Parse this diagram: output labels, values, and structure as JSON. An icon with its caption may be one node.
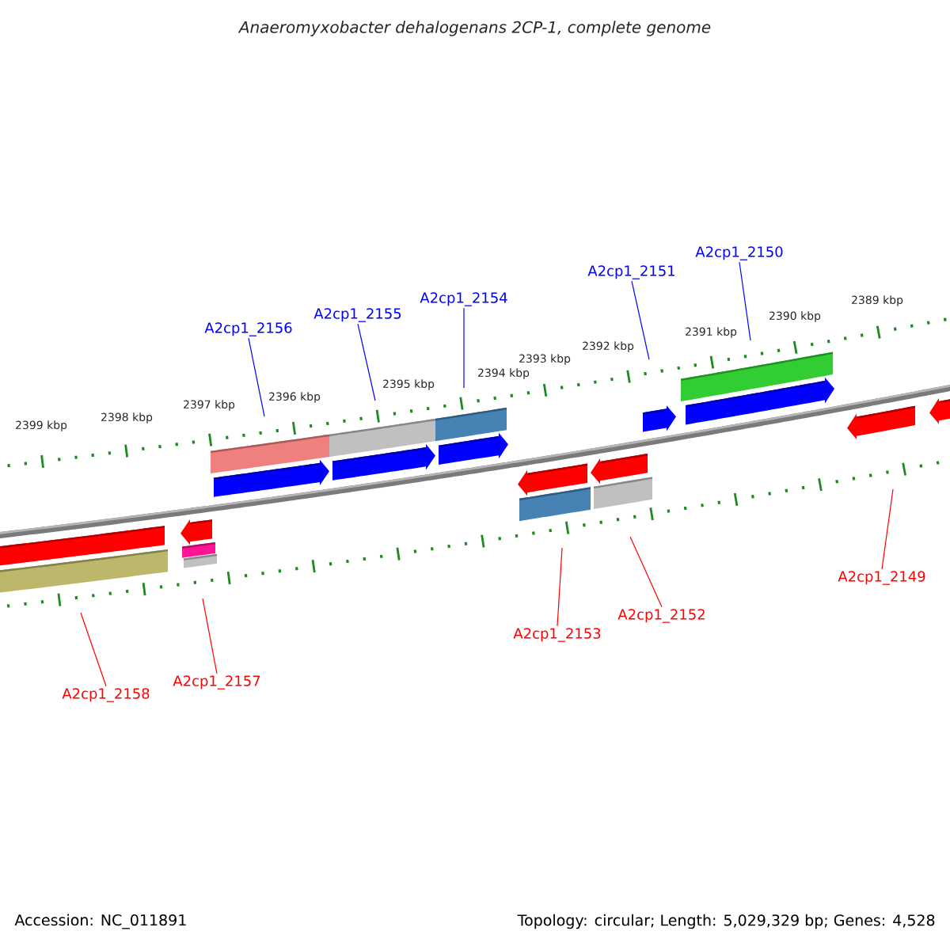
{
  "diagram": {
    "title": "Anaeromyxobacter dehalogenans 2CP-1, complete genome",
    "nodes": [
      {
        "text": [
          "A2cp1_2150"
        ]
      },
      {
        "text": [
          "A2cp1_2151"
        ]
      },
      {
        "text": [
          "A2cp1_2154"
        ]
      },
      {
        "text": [
          "A2cp1_2155"
        ]
      },
      {
        "text": [
          "A2cp1_2156"
        ]
      },
      {
        "text": [
          "A2cp1_2149"
        ]
      },
      {
        "text": [
          "A2cp1_2152"
        ]
      },
      {
        "text": [
          "A2cp1_2153"
        ]
      },
      {
        "text": [
          "A2cp1_2157"
        ]
      },
      {
        "text": [
          "A2cp1_2158"
        ]
      }
    ],
    "edges": [
      {
        "from": 0,
        "to": null,
        "arrow": "none",
        "color": "#0000ff"
      },
      {
        "from": 1,
        "to": null,
        "arrow": "none",
        "color": "#0000ff"
      },
      {
        "from": 2,
        "to": null,
        "arrow": "none",
        "color": "#0000ff"
      },
      {
        "from": 3,
        "to": null,
        "arrow": "none",
        "color": "#0000ff"
      },
      {
        "from": 4,
        "to": null,
        "arrow": "none",
        "color": "#0000ff"
      },
      {
        "from": 5,
        "to": null,
        "arrow": "none",
        "color": "#ff0000"
      },
      {
        "from": 6,
        "to": null,
        "arrow": "none",
        "color": "#ff0000"
      },
      {
        "from": 7,
        "to": null,
        "arrow": "none",
        "color": "#ff0000"
      },
      {
        "from": 8,
        "to": null,
        "arrow": "none",
        "color": "#ff0000"
      },
      {
        "from": 9,
        "to": null,
        "arrow": "none",
        "color": "#ff0000"
      }
    ],
    "labels": [
      "2389 kbp",
      "2390 kbp",
      "2391 kbp",
      "2392 kbp",
      "2393 kbp",
      "2394 kbp",
      "2395 kbp",
      "2396 kbp",
      "2397 kbp",
      "2398 kbp",
      "2399 kbp",
      "Accession: NC_011891",
      "Topology: circular; Length: 5,029,329 bp; Genes: 4,528"
    ]
  }
}
